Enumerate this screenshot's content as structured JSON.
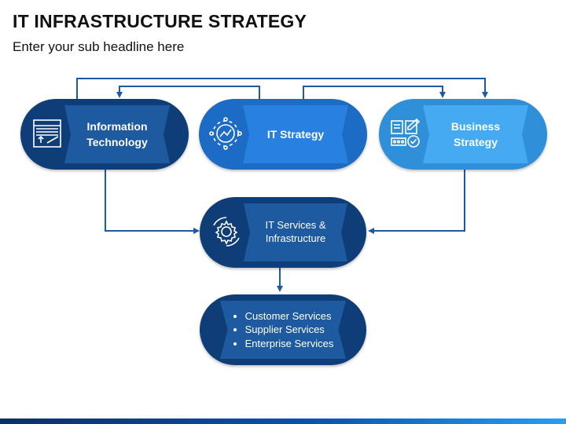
{
  "header": {
    "title": "IT INFRASTRUCTURE STRATEGY",
    "subtitle": "Enter your sub headline here"
  },
  "nodes": {
    "information_technology": {
      "label": "Information Technology",
      "icon": "server-rack-icon"
    },
    "it_strategy": {
      "label": "IT Strategy",
      "icon": "gear-chart-icon"
    },
    "business_strategy": {
      "label": "Business Strategy",
      "icon": "documents-check-icon"
    },
    "it_services": {
      "label": "IT Services & Infrastructure",
      "icon": "gear-cycle-icon"
    },
    "services_list": {
      "items": [
        "Customer Services",
        "Supplier Services",
        "Enterprise Services"
      ]
    }
  },
  "colors": {
    "dark_navy": "#0e3d78",
    "navy": "#1d5aa0",
    "mid_blue": "#1c6bc4",
    "mid_blue_inner": "#2880e0",
    "light_blue": "#2f8fd8",
    "light_blue_inner": "#45aaf2",
    "connector": "#1d5aa0"
  }
}
